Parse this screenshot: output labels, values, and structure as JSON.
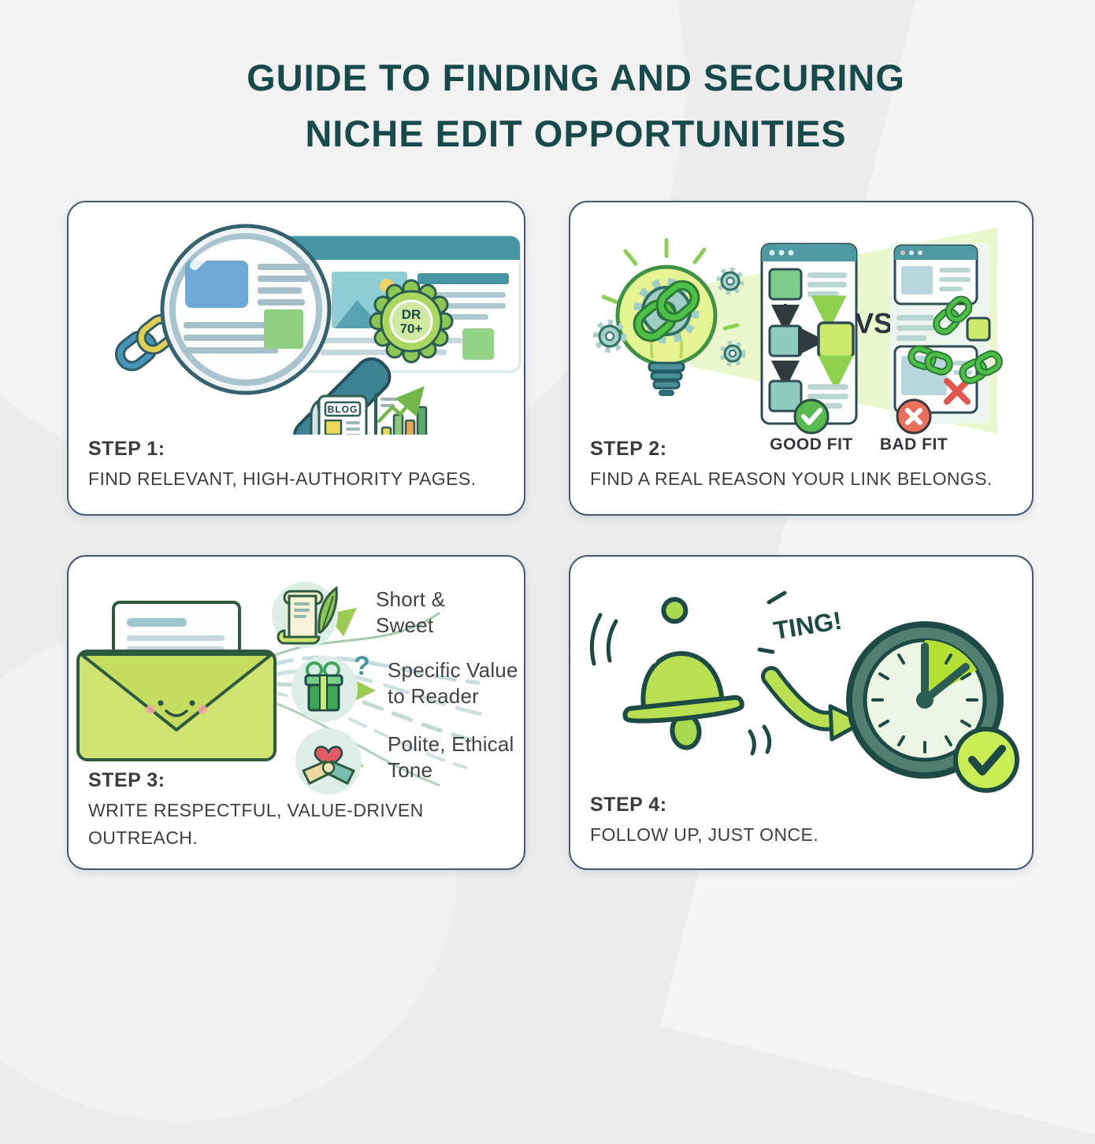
{
  "title": {
    "line1": "GUIDE TO FINDING AND SECURING",
    "line2": "NICHE EDIT OPPORTUNITIES"
  },
  "step1": {
    "label": "STEP 1:",
    "description": "FIND RELEVANT, HIGH-AUTHORITY PAGES.",
    "badge_line1": "DR",
    "badge_line2": "70+",
    "blog_label": "BLOG"
  },
  "step2": {
    "label": "STEP 2:",
    "description": "FIND A REAL REASON YOUR LINK BELONGS.",
    "vs_label": "VS",
    "good_fit_label": "GOOD FIT",
    "bad_fit_label": "BAD FIT"
  },
  "step3": {
    "label": "STEP 3:",
    "description": "WRITE RESPECTFUL, VALUE-DRIVEN OUTREACH.",
    "items": [
      {
        "label": "Short & Sweet"
      },
      {
        "label": "Specific Value to Reader"
      },
      {
        "label": "Polite, Ethical Tone"
      }
    ],
    "gift_question_mark": "?"
  },
  "step4": {
    "label": "STEP 4:",
    "description": "FOLLOW UP, JUST ONCE.",
    "bell_sound": "TING!"
  },
  "colors": {
    "title_teal": "#194a4b",
    "card_border": "#46586e",
    "accent_green": "#6abf4b",
    "light_green": "#cbe96a",
    "browser_teal": "#4796a6",
    "dark_teal": "#1d4a44",
    "good_green": "#57bb4f",
    "bad_red": "#e66a55"
  }
}
